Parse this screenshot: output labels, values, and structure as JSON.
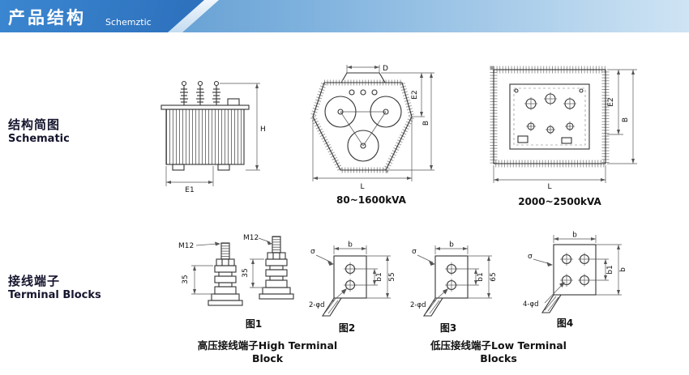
{
  "header": {
    "title": "产品结构",
    "subtitle": "Schemztic"
  },
  "sidebar": {
    "schematic_cn": "结构简图",
    "schematic_en": "Schematic",
    "terminals_cn": "接线端子",
    "terminals_en": "Terminal Blocks"
  },
  "drawings": {
    "tank": {
      "dim_h": "H",
      "dim_e1": "E1"
    },
    "triangular": {
      "dim_d": "D",
      "dim_e2": "E2",
      "dim_b": "B",
      "dim_l": "L",
      "rating": "80~1600kVA"
    },
    "square": {
      "dim_e2": "E2",
      "dim_b": "B",
      "dim_l": "L",
      "rating": "2000~2500kVA"
    }
  },
  "figures": {
    "fig1": {
      "caption": "图1",
      "bolt1_thread": "M12",
      "bolt1_height": "35",
      "bolt2_thread": "M12",
      "bolt2_height": "35"
    },
    "fig2": {
      "caption": "图2",
      "dim_b": "b",
      "dim_b1": "b1",
      "dim_len": "55",
      "dim_sigma": "σ",
      "dim_holes": "2-φd"
    },
    "fig3": {
      "caption": "图3",
      "dim_b": "b",
      "dim_b1": "b1",
      "dim_len": "65",
      "dim_sigma": "σ",
      "dim_holes": "2-φd"
    },
    "fig4": {
      "caption": "图4",
      "dim_b_top": "b",
      "dim_b1": "b1",
      "dim_b_right": "b",
      "dim_sigma": "σ",
      "dim_holes": "4-φd"
    }
  },
  "captions": {
    "high_terminal": "高压接线端子High Terminal Block",
    "low_terminal": "低压接线端子Low Terminal Blocks"
  }
}
